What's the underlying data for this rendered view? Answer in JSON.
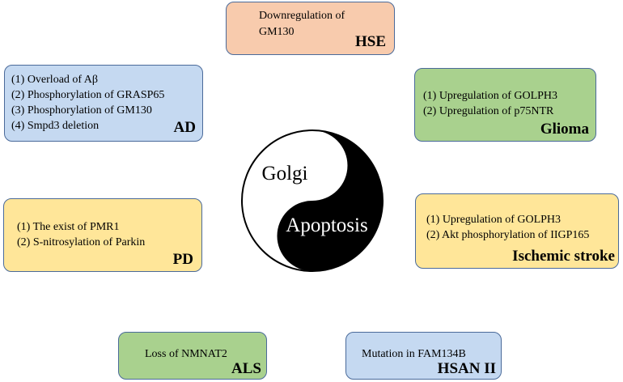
{
  "center": {
    "top_label": "Golgi",
    "bottom_label": "Apoptosis"
  },
  "boxes": {
    "hse": {
      "lines": [
        "Downregulation of",
        "GM130"
      ],
      "tag": "HSE"
    },
    "ad": {
      "lines": [
        "(1)  Overload of Aβ",
        "(2)  Phosphorylation of GRASP65",
        "(3)  Phosphorylation of GM130",
        "(4)  Smpd3  deletion"
      ],
      "tag": "AD"
    },
    "glioma": {
      "lines": [
        "(1)  Upregulation of  GOLPH3",
        "(2)  Upregulation of  p75NTR"
      ],
      "tag": "Glioma"
    },
    "pd": {
      "lines": [
        "(1)  The exist  of PMR1",
        "(2)  S-nitrosylation of Parkin"
      ],
      "tag": "PD"
    },
    "ischemic": {
      "lines": [
        "(1)  Upregulation of  GOLPH3",
        "(2)  Akt phosphorylation of IIGP165"
      ],
      "tag": "Ischemic stroke"
    },
    "als": {
      "lines": [
        "Loss of NMNAT2"
      ],
      "tag": "ALS"
    },
    "hsan": {
      "lines": [
        "Mutation in FAM134B"
      ],
      "tag": "HSAN II"
    }
  },
  "colors": {
    "hse": "#f8cbad",
    "ad": "#c5d9f1",
    "glioma": "#a9d18e",
    "pd": "#ffe699",
    "ischemic": "#ffe699",
    "als": "#a9d18e",
    "hsan": "#c5d9f1",
    "border": "#4a6a9a"
  }
}
